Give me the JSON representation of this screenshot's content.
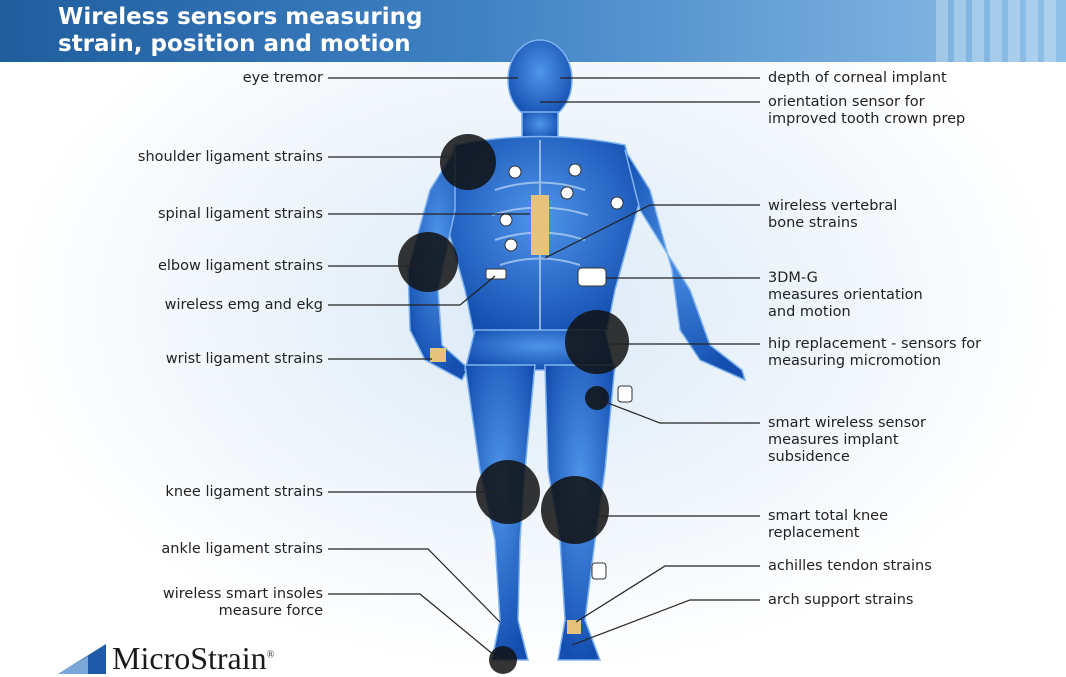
{
  "title": {
    "line1": "Wireless sensors measuring",
    "line2": "strain, position and motion"
  },
  "labels_left": [
    {
      "id": "eye-tremor",
      "text": "eye tremor"
    },
    {
      "id": "shoulder",
      "text": "shoulder ligament strains"
    },
    {
      "id": "spinal",
      "text": "spinal ligament strains"
    },
    {
      "id": "elbow",
      "text": "elbow ligament strains"
    },
    {
      "id": "emg",
      "text": "wireless emg and ekg"
    },
    {
      "id": "wrist",
      "text": "wrist ligament strains"
    },
    {
      "id": "knee",
      "text": "knee ligament strains"
    },
    {
      "id": "ankle",
      "text": "ankle ligament strains"
    },
    {
      "id": "insoles",
      "lines": [
        "wireless smart insoles",
        "measure force"
      ]
    }
  ],
  "labels_right": [
    {
      "id": "corneal",
      "text": "depth of corneal implant"
    },
    {
      "id": "tooth",
      "lines": [
        "orientation sensor for",
        "improved tooth crown prep"
      ]
    },
    {
      "id": "vertebral",
      "lines": [
        "wireless vertebral",
        "bone strains"
      ]
    },
    {
      "id": "3dmg",
      "lines": [
        "3DM-G",
        "measures orientation",
        "and motion"
      ]
    },
    {
      "id": "hip",
      "lines": [
        "hip replacement - sensors for",
        "measuring micromotion"
      ]
    },
    {
      "id": "subsidence",
      "lines": [
        "smart wireless sensor",
        "measures implant",
        "subsidence"
      ]
    },
    {
      "id": "total-knee",
      "lines": [
        "smart total knee",
        "replacement"
      ]
    },
    {
      "id": "achilles",
      "text": "achilles tendon strains"
    },
    {
      "id": "arch",
      "text": "arch support strains"
    }
  ],
  "logo": {
    "text": "MicroStrain",
    "mark": "®"
  },
  "colors": {
    "header": "#2a6bb0",
    "body": "#1f63c9",
    "label": "#222222"
  }
}
